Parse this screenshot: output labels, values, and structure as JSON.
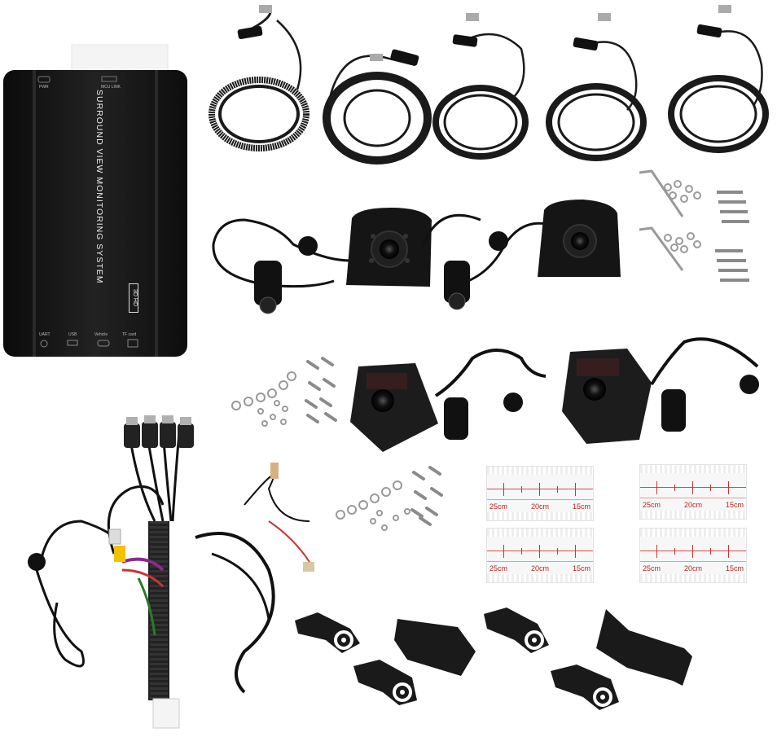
{
  "product": {
    "main_unit": {
      "label": "SURROUND VIEW MONITORING SYSTEM",
      "badge": "3D HD",
      "ports_top": [
        "PWR",
        "MCU LINK"
      ],
      "ports_bottom": [
        "UART",
        "USB",
        "Vehicle",
        "TF card"
      ]
    },
    "tapes": [
      {
        "labels": [
          "25cm",
          "20cm",
          "15cm"
        ]
      },
      {
        "labels": [
          "25cm",
          "20cm",
          "15cm"
        ]
      },
      {
        "labels": [
          "25cm",
          "20cm",
          "15cm"
        ]
      },
      {
        "labels": [
          "25cm",
          "20cm",
          "15cm"
        ]
      }
    ]
  },
  "colors": {
    "background": "#ffffff",
    "device_body": "#141414",
    "cable": "#1a1a1a",
    "tape_red": "#d64a4a",
    "metal": "#b8b8b8"
  }
}
